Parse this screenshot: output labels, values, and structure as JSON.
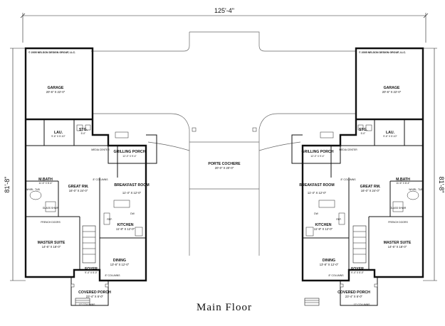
{
  "title": "Main Floor",
  "overall_width": "125'-4\"",
  "overall_depth": "81'-8\"",
  "center": {
    "name": "PORTE COCHERE",
    "size": "20'-0\" X 20'-0\""
  },
  "copyright": "© 2005 NELSON DESIGN GROUP, LLC.",
  "rooms": {
    "garage": {
      "name": "GARAGE",
      "size": "20'-6\" X 22'-0\""
    },
    "lau": {
      "name": "LAU.",
      "size": "9'-6\" X 5'-10\""
    },
    "stg": {
      "name": "STG.",
      "size": "5'-0\""
    },
    "grilling": {
      "name": "GRILLING PORCH",
      "size": "12'-0\" X 9'-4\""
    },
    "media": "MEDIA CENTER",
    "great": {
      "name": "GREAT RM.",
      "size": "16'-0\" X 24'-0\""
    },
    "columns_8": "8\" COLUMNS",
    "breakfast": {
      "name": "BREAKFAST ROOM",
      "size": "11'-4\" X 12'-0\""
    },
    "mbath": {
      "name": "M.BATH",
      "size": "11'-6\" X 8'-4\""
    },
    "whirl": "WHIRL. TUB",
    "glass_shwr": "GLASS SHWR",
    "french": "FRENCH DOORS",
    "dw": "DW",
    "ref": "REF.",
    "kitchen": {
      "name": "KITCHEN",
      "size": "11'-8\" X 12'-0\""
    },
    "master": {
      "name": "MASTER SUITE",
      "size": "14'-6\" X 18'-0\""
    },
    "dining": {
      "name": "DINING",
      "size": "13'-8\" X 12'-0\""
    },
    "foyer": {
      "name": "FOYER",
      "size": "9'-4\" X 5'-0\""
    },
    "covered": {
      "name": "COVERED PORCH",
      "size": "23'-4\" X 6'-0\""
    },
    "columns_12": "12\" COLUMNS"
  }
}
